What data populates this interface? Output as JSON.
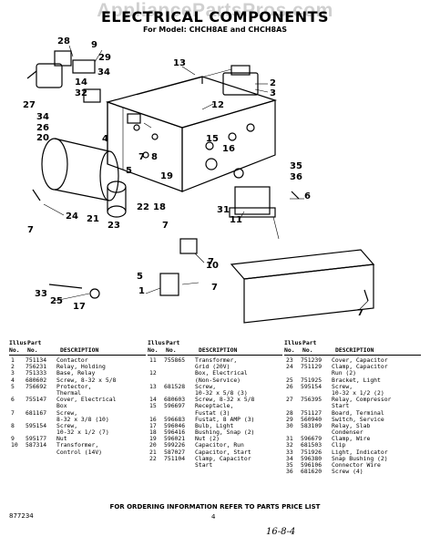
{
  "header": {
    "watermark": "AppliancePartsPros.com",
    "title": "ELECTRICAL COMPONENTS",
    "subtitle": "For Model: CHCH8AE and CHCH8AS"
  },
  "callouts": [
    "28",
    "9",
    "29",
    "14",
    "34",
    "32",
    "27",
    "13",
    "2",
    "3",
    "12",
    "34",
    "26",
    "20",
    "4",
    "15",
    "16",
    "35",
    "36",
    "7",
    "8",
    "5",
    "19",
    "22",
    "18",
    "24",
    "7",
    "21",
    "23",
    "31",
    "11",
    "6",
    "7",
    "10",
    "5",
    "33",
    "25",
    "17",
    "1",
    "7",
    "7",
    "7"
  ],
  "table": {
    "headers": {
      "illus": "Illus.",
      "no": "No.",
      "part": "Part",
      "partno": "No.",
      "desc": "DESCRIPTION"
    },
    "columns": [
      [
        [
          "1",
          "751134",
          "Contactor"
        ],
        [
          "2",
          "756231",
          "Relay, Holding"
        ],
        [
          "3",
          "751333",
          "Base, Relay"
        ],
        [
          "4",
          "680602",
          "Screw, 8-32 x 5/8"
        ],
        [
          "5",
          "756692",
          "Protector,"
        ],
        [
          "",
          "",
          "Thermal"
        ],
        [
          "6",
          "755147",
          "Cover, Electrical"
        ],
        [
          "",
          "",
          "Box"
        ],
        [
          "7",
          "681167",
          "Screw,"
        ],
        [
          "",
          "",
          "8-32 x 3/8 (10)"
        ],
        [
          "8",
          "595154",
          "Screw,"
        ],
        [
          "",
          "",
          "10-32 x 1/2 (7)"
        ],
        [
          "9",
          "595177",
          "Nut"
        ],
        [
          "10",
          "587314",
          "Transformer,"
        ],
        [
          "",
          "",
          "Control (14V)"
        ]
      ],
      [
        [
          "11",
          "755865",
          "Transformer,"
        ],
        [
          "",
          "",
          "Grid (20V)"
        ],
        [
          "12",
          "",
          "Box, Electrical"
        ],
        [
          "",
          "",
          "(Non-Service)"
        ],
        [
          "13",
          "681528",
          "Screw,"
        ],
        [
          "",
          "",
          "10-32 x 5/8 (3)"
        ],
        [
          "14",
          "680603",
          "Screw, 8-32 x 5/8"
        ],
        [
          "15",
          "596697",
          "Receptacle,"
        ],
        [
          "",
          "",
          "Fustat (3)"
        ],
        [
          "16",
          "596683",
          "Fustat, 8 AMP (3)"
        ],
        [
          "17",
          "596046",
          "Bulb, Light"
        ],
        [
          "18",
          "596416",
          "Bushing, Snap (2)"
        ],
        [
          "19",
          "596021",
          "Nut (2)"
        ],
        [
          "20",
          "599226",
          "Capacitor, Run"
        ],
        [
          "21",
          "587027",
          "Capacitor, Start"
        ],
        [
          "22",
          "751104",
          "Clamp, Capacitor"
        ],
        [
          "",
          "",
          "Start"
        ]
      ],
      [
        [
          "23",
          "751239",
          "Cover, Capacitor"
        ],
        [
          "24",
          "751129",
          "Clamp, Capacitor"
        ],
        [
          "",
          "",
          "Run (2)"
        ],
        [
          "25",
          "751925",
          "Bracket, Light"
        ],
        [
          "26",
          "595154",
          "Screw,"
        ],
        [
          "",
          "",
          "10-32 x 1/2 (2)"
        ],
        [
          "27",
          "756395",
          "Relay, Compressor"
        ],
        [
          "",
          "",
          "Start"
        ],
        [
          "28",
          "751127",
          "Board, Terminal"
        ],
        [
          "29",
          "560940",
          "Switch, Service"
        ],
        [
          "30",
          "583109",
          "Relay, Slab"
        ],
        [
          "",
          "",
          "Condenser"
        ],
        [
          "31",
          "596679",
          "Clamp, Wire"
        ],
        [
          "32",
          "681503",
          "Clip"
        ],
        [
          "33",
          "751926",
          "Light, Indicator"
        ],
        [
          "34",
          "596380",
          "Snap Bushing (2)"
        ],
        [
          "35",
          "596106",
          "Connector Wire"
        ],
        [
          "36",
          "681620",
          "Screw (4)"
        ]
      ]
    ]
  },
  "footer": {
    "note": "FOR ORDERING INFORMATION REFER TO PARTS PRICE LIST",
    "page": "4",
    "code": "877234",
    "handwritten": "16-8-4"
  }
}
